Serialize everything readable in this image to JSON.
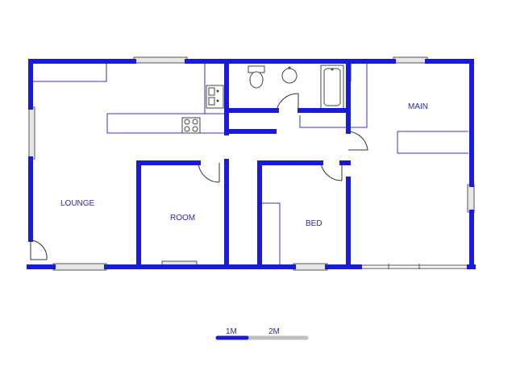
{
  "rooms": {
    "lounge": "LOUNGE",
    "room": "ROOM",
    "bed": "BED",
    "main": "MAIN"
  },
  "scale": {
    "label_1": "1M",
    "label_2": "2M"
  },
  "colors": {
    "wall": "#1a1adb",
    "label": "#2a2aa8",
    "scale_bar_grey": "#c0c0c0"
  }
}
